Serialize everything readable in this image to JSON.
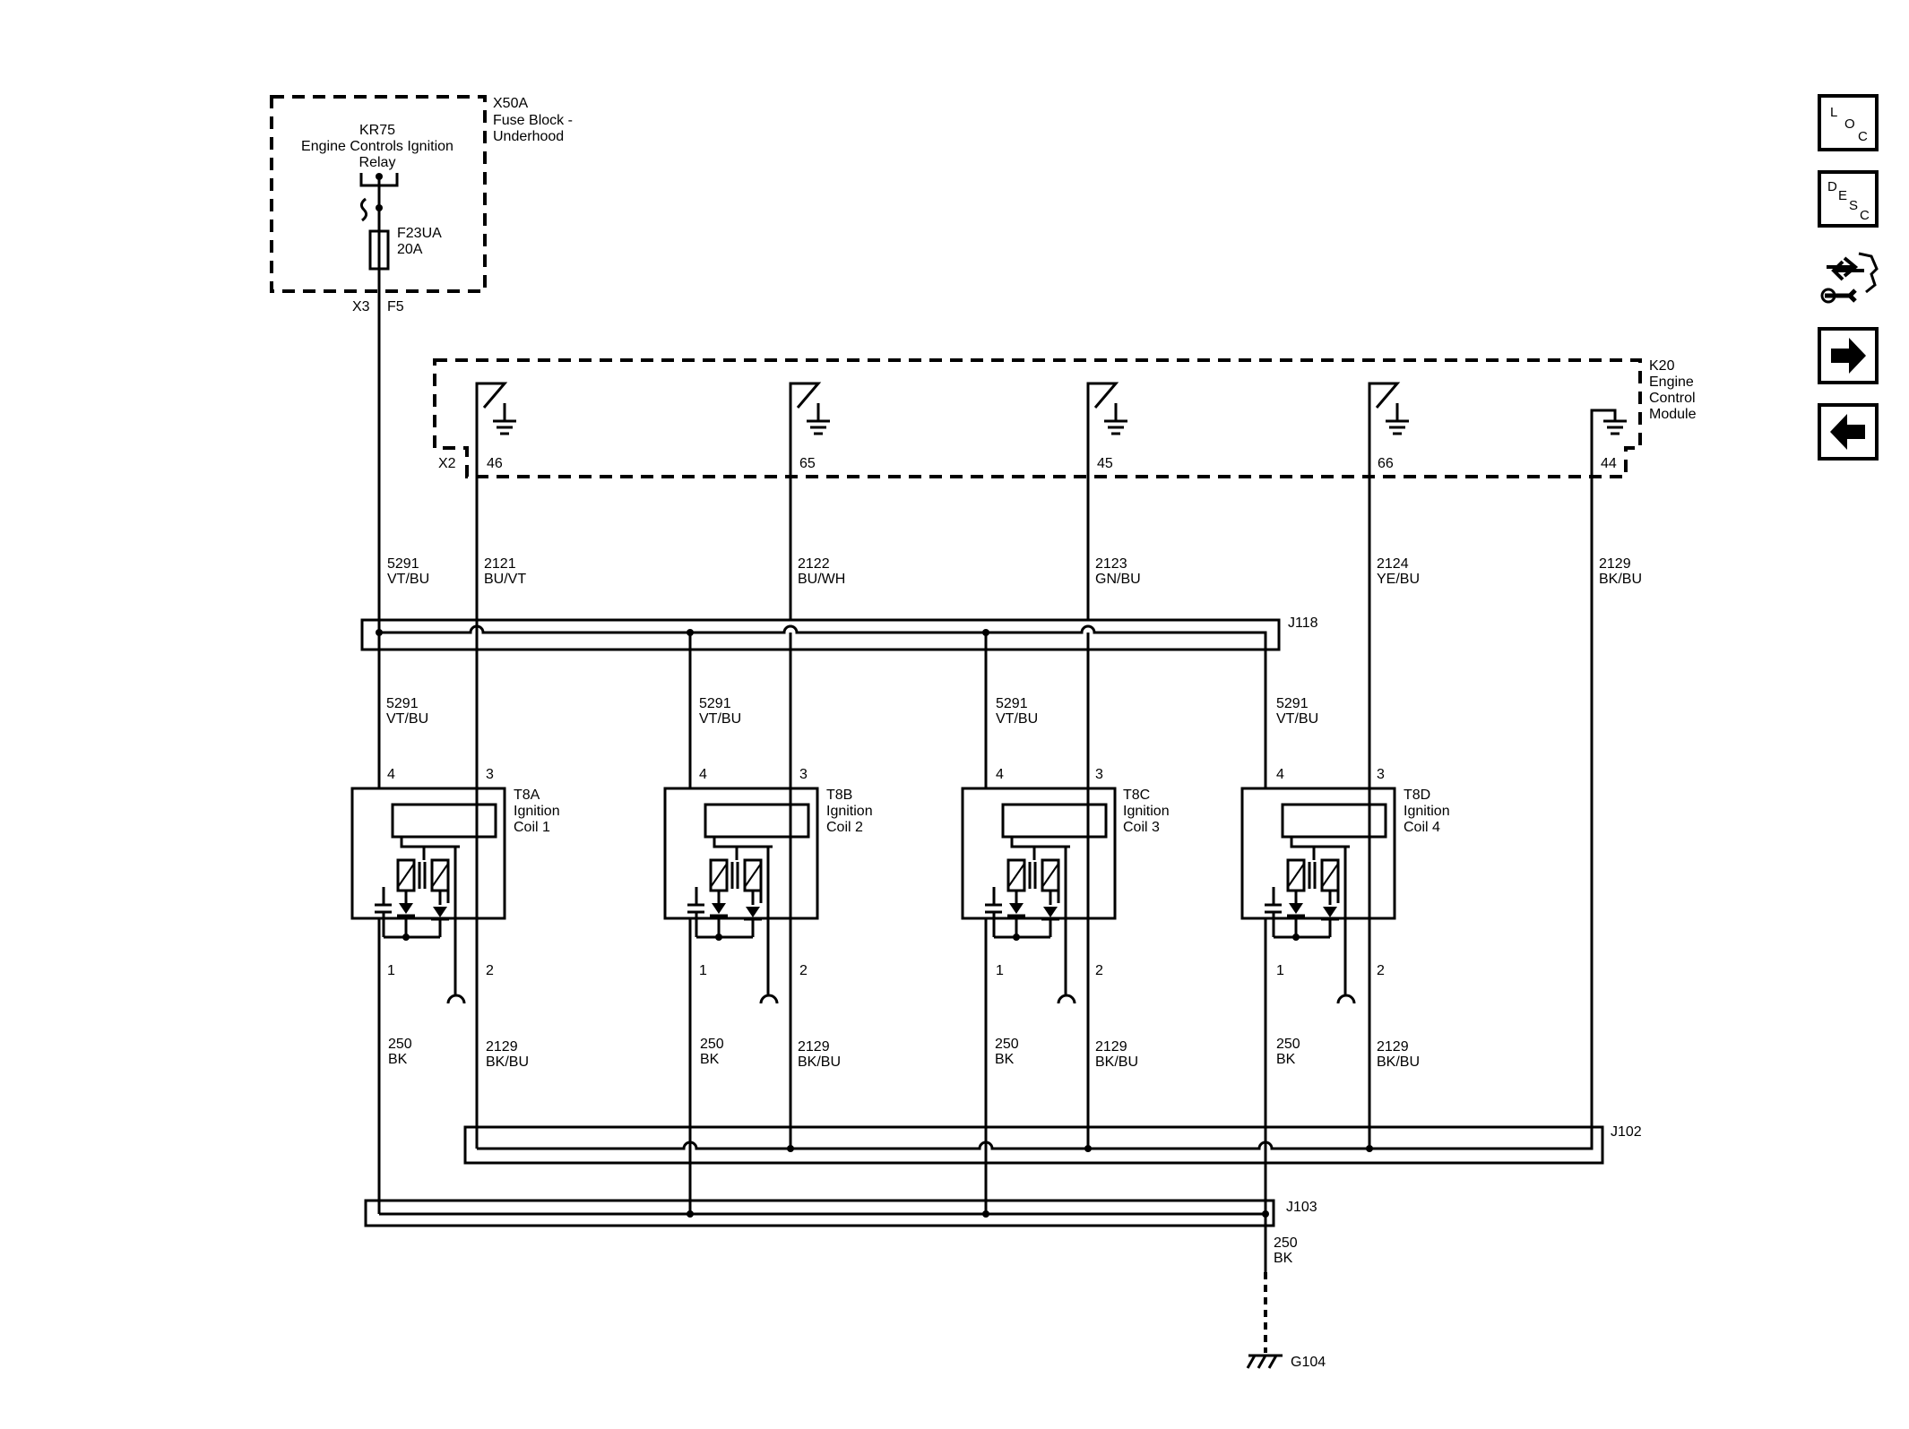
{
  "fuse_block": {
    "name": "X50A",
    "desc_line1": "Fuse Block -",
    "desc_line2": "Underhood",
    "relay_id": "KR75",
    "relay_line1": "Engine Controls Ignition",
    "relay_line2": "Relay",
    "fuse_id": "F23UA",
    "fuse_rating": "20A",
    "connector": "X3",
    "terminal": "F5"
  },
  "ecm": {
    "name": "K20",
    "desc_line1": "Engine",
    "desc_line2": "Control",
    "desc_line3": "Module",
    "connector": "X2",
    "pins": [
      "46",
      "65",
      "45",
      "66",
      "44"
    ]
  },
  "wires": {
    "feed": {
      "circuit": "5291",
      "color": "VT/BU"
    },
    "ground": {
      "circuit": "250",
      "color": "BK"
    },
    "low_ref": {
      "circuit": "2129",
      "color": "BK/BU"
    },
    "ign_controls": [
      {
        "circuit": "2121",
        "color": "BU/VT"
      },
      {
        "circuit": "2122",
        "color": "BU/WH"
      },
      {
        "circuit": "2123",
        "color": "GN/BU"
      },
      {
        "circuit": "2124",
        "color": "YE/BU"
      }
    ]
  },
  "splices": {
    "j118": "J118",
    "j102": "J102",
    "j103": "J103"
  },
  "coils": [
    {
      "id": "T8A",
      "line1": "Ignition",
      "line2": "Coil 1",
      "pin4": "4",
      "pin3": "3",
      "pin1": "1",
      "pin2": "2"
    },
    {
      "id": "T8B",
      "line1": "Ignition",
      "line2": "Coil 2",
      "pin4": "4",
      "pin3": "3",
      "pin1": "1",
      "pin2": "2"
    },
    {
      "id": "T8C",
      "line1": "Ignition",
      "line2": "Coil 3",
      "pin4": "4",
      "pin3": "3",
      "pin1": "1",
      "pin2": "2"
    },
    {
      "id": "T8D",
      "line1": "Ignition",
      "line2": "Coil 4",
      "pin4": "4",
      "pin3": "3",
      "pin1": "1",
      "pin2": "2"
    }
  ],
  "ground_point": "G104",
  "nav": {
    "loc": {
      "l1": "L",
      "l2": "O",
      "l3": "C",
      "icon": "location-icon"
    },
    "desc": {
      "l1": "D",
      "l2": "E",
      "l3": "S",
      "l4": "C",
      "icon": "description-icon"
    },
    "repair": {
      "icon": "connector-repair-icon"
    },
    "next": {
      "icon": "arrow-right-icon"
    },
    "prev": {
      "icon": "arrow-left-icon"
    }
  }
}
